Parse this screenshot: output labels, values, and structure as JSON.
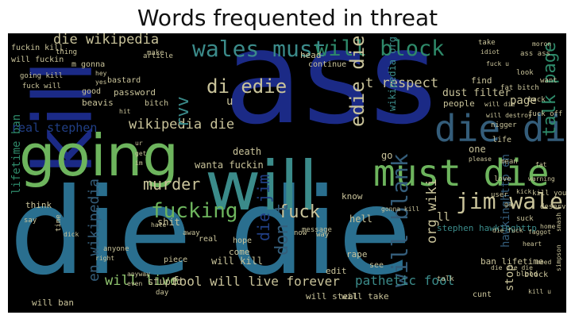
{
  "title": "Words frequented in threat",
  "colors": {
    "navy": "#1b2a86",
    "teal": "#2a6f8f",
    "green": "#6db45d",
    "lightgreen": "#8fc46e",
    "beige": "#c9c39a",
    "pink": "#e0b8b8",
    "seagreen": "#2e8a6a",
    "slate": "#345d7a",
    "deepblue": "#213f86",
    "mid": "#3b8b8a"
  },
  "words": [
    {
      "text": "ass"
    },
    {
      "text": "kill"
    },
    {
      "text": "die die"
    },
    {
      "text": "going"
    },
    {
      "text": "will"
    },
    {
      "text": "must die"
    },
    {
      "text": "wales must"
    },
    {
      "text": "will block"
    },
    {
      "text": "di edie"
    },
    {
      "text": "die di"
    },
    {
      "text": "edie die"
    },
    {
      "text": "jim wale"
    },
    {
      "text": "talk page"
    },
    {
      "text": "murder"
    },
    {
      "text": "fucking"
    },
    {
      "text": "fuck"
    },
    {
      "text": "die jim"
    },
    {
      "text": "don t"
    },
    {
      "text": "will blank"
    },
    {
      "text": "wikipedia die"
    },
    {
      "text": "die wikipedia"
    },
    {
      "text": "t respect"
    },
    {
      "text": "dust filter"
    },
    {
      "text": "rvv"
    },
    {
      "text": "en wikipedia"
    },
    {
      "text": "will live"
    },
    {
      "text": "fool will live forever"
    },
    {
      "text": "pathetic fool"
    },
    {
      "text": "will steal"
    },
    {
      "text": "will take"
    },
    {
      "text": "lifetime ban"
    },
    {
      "text": "real stephen"
    },
    {
      "text": "fuckin kill"
    },
    {
      "text": "will fuckin"
    },
    {
      "text": "m gonna"
    },
    {
      "text": "password"
    },
    {
      "text": "bitch"
    },
    {
      "text": "org wiki"
    },
    {
      "text": "wikipedia org"
    },
    {
      "text": "hawkinghttp en"
    },
    {
      "text": "stephen hawkinghttp"
    },
    {
      "text": "will kill"
    },
    {
      "text": "shit"
    },
    {
      "text": "rape"
    },
    {
      "text": "edit"
    },
    {
      "text": "hope"
    },
    {
      "text": "come"
    },
    {
      "text": "death"
    },
    {
      "text": "wanta fuckin"
    },
    {
      "text": "people"
    },
    {
      "text": "find"
    },
    {
      "text": "page"
    },
    {
      "text": "u"
    },
    {
      "text": "go"
    },
    {
      "text": "hell"
    },
    {
      "text": "know"
    },
    {
      "text": "think"
    },
    {
      "text": "will ban"
    },
    {
      "text": "ban lifetime"
    },
    {
      "text": "piece"
    },
    {
      "text": "stupid"
    },
    {
      "text": "head"
    },
    {
      "text": "continue"
    },
    {
      "text": "bastard"
    },
    {
      "text": "beavis"
    },
    {
      "text": "good"
    },
    {
      "text": "one"
    },
    {
      "text": "fat bitch"
    },
    {
      "text": "life"
    },
    {
      "text": "block"
    },
    {
      "text": "ll"
    },
    {
      "text": "stop"
    },
    {
      "text": "see"
    },
    {
      "text": "real"
    },
    {
      "text": "going kill"
    },
    {
      "text": "fuck will"
    },
    {
      "text": "kill you"
    },
    {
      "text": "die die die"
    },
    {
      "text": "ass ass"
    },
    {
      "text": "make"
    },
    {
      "text": "time"
    },
    {
      "text": "day"
    },
    {
      "text": "mean"
    },
    {
      "text": "want"
    },
    {
      "text": "now"
    },
    {
      "text": "way"
    },
    {
      "text": "look"
    },
    {
      "text": "talk"
    },
    {
      "text": "say"
    },
    {
      "text": "cunt"
    },
    {
      "text": "article"
    },
    {
      "text": "faggot"
    },
    {
      "text": "user"
    },
    {
      "text": "nigger"
    },
    {
      "text": "anyone"
    },
    {
      "text": "message"
    },
    {
      "text": "love"
    },
    {
      "text": "hate"
    },
    {
      "text": "dick"
    },
    {
      "text": "suck"
    },
    {
      "text": "away"
    },
    {
      "text": "please"
    },
    {
      "text": "right"
    },
    {
      "text": "back"
    },
    {
      "text": "fuck off"
    },
    {
      "text": "thing"
    },
    {
      "text": "gay"
    },
    {
      "text": "hey"
    },
    {
      "text": "yes"
    },
    {
      "text": "need"
    },
    {
      "text": "take"
    },
    {
      "text": "deserve"
    },
    {
      "text": "blood"
    },
    {
      "text": "heart"
    },
    {
      "text": "simpson"
    },
    {
      "text": "smash"
    },
    {
      "text": "kick"
    },
    {
      "text": "anyway"
    },
    {
      "text": "home"
    },
    {
      "text": "kill u"
    },
    {
      "text": "warning"
    },
    {
      "text": "fat"
    },
    {
      "text": "moron"
    },
    {
      "text": "idiot"
    },
    {
      "text": "hit"
    },
    {
      "text": "even"
    },
    {
      "text": "die fuck"
    },
    {
      "text": "gonna kill"
    },
    {
      "text": "will die"
    },
    {
      "text": "fuck u"
    },
    {
      "text": "will destroy"
    },
    {
      "text": "ur"
    },
    {
      "text": "get"
    },
    {
      "text": "im"
    },
    {
      "text": "us"
    },
    {
      "text": "kill kill"
    }
  ]
}
